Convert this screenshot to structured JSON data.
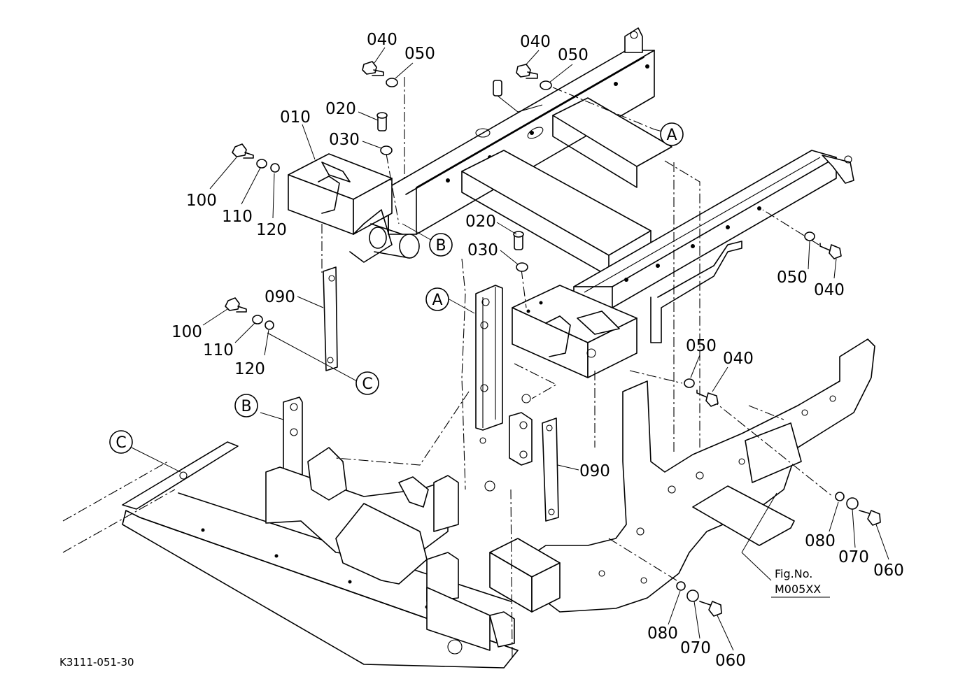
{
  "diagram_code": "K3111-051-30",
  "fig_ref": {
    "line1": "Fig.No.",
    "line2": "M005XX"
  },
  "refs": {
    "A": "A",
    "B": "B",
    "C": "C"
  },
  "parts": {
    "p010": "010",
    "p020": "020",
    "p030": "030",
    "p040": "040",
    "p050": "050",
    "p060": "060",
    "p070": "070",
    "p080": "080",
    "p090": "090",
    "p100": "100",
    "p110": "110",
    "p120": "120"
  }
}
